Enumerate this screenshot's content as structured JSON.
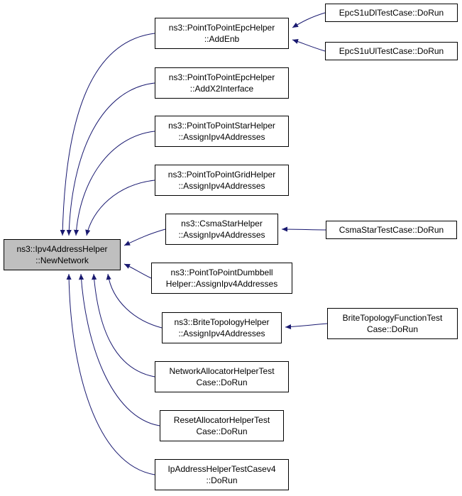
{
  "diagram": {
    "type": "doxygen-caller-graph",
    "background_color": "#ffffff",
    "edge_color": "#191970",
    "node_border_color": "#000000",
    "node_fill_color": "#ffffff",
    "highlight_fill_color": "#bfbfbf",
    "main_node": {
      "line1": "ns3::Ipv4AddressHelper",
      "line2": "::NewNetwork"
    },
    "callers": [
      {
        "line1": "ns3::PointToPointEpcHelper",
        "line2": "::AddEnb"
      },
      {
        "line1": "ns3::PointToPointEpcHelper",
        "line2": "::AddX2Interface"
      },
      {
        "line1": "ns3::PointToPointStarHelper",
        "line2": "::AssignIpv4Addresses"
      },
      {
        "line1": "ns3::PointToPointGridHelper",
        "line2": "::AssignIpv4Addresses"
      },
      {
        "line1": "ns3::CsmaStarHelper",
        "line2": "::AssignIpv4Addresses"
      },
      {
        "line1": "ns3::PointToPointDumbbell",
        "line2": "Helper::AssignIpv4Addresses"
      },
      {
        "line1": "ns3::BriteTopologyHelper",
        "line2": "::AssignIpv4Addresses"
      },
      {
        "line1": "NetworkAllocatorHelperTest",
        "line2": "Case::DoRun"
      },
      {
        "line1": "ResetAllocatorHelperTest",
        "line2": "Case::DoRun"
      },
      {
        "line1": "IpAddressHelperTestCasev4",
        "line2": "::DoRun"
      }
    ],
    "second_level": [
      {
        "line1": "EpcS1uDlTestCase::DoRun"
      },
      {
        "line1": "EpcS1uUlTestCase::DoRun"
      },
      {
        "line1": "CsmaStarTestCase::DoRun"
      },
      {
        "line1": "BriteTopologyFunctionTest",
        "line2": "Case::DoRun"
      }
    ],
    "edges": [
      {
        "from": "ns3::PointToPointEpcHelper::AddEnb",
        "to": "ns3::Ipv4AddressHelper::NewNetwork"
      },
      {
        "from": "ns3::PointToPointEpcHelper::AddX2Interface",
        "to": "ns3::Ipv4AddressHelper::NewNetwork"
      },
      {
        "from": "ns3::PointToPointStarHelper::AssignIpv4Addresses",
        "to": "ns3::Ipv4AddressHelper::NewNetwork"
      },
      {
        "from": "ns3::PointToPointGridHelper::AssignIpv4Addresses",
        "to": "ns3::Ipv4AddressHelper::NewNetwork"
      },
      {
        "from": "ns3::CsmaStarHelper::AssignIpv4Addresses",
        "to": "ns3::Ipv4AddressHelper::NewNetwork"
      },
      {
        "from": "ns3::PointToPointDumbbellHelper::AssignIpv4Addresses",
        "to": "ns3::Ipv4AddressHelper::NewNetwork"
      },
      {
        "from": "ns3::BriteTopologyHelper::AssignIpv4Addresses",
        "to": "ns3::Ipv4AddressHelper::NewNetwork"
      },
      {
        "from": "NetworkAllocatorHelperTestCase::DoRun",
        "to": "ns3::Ipv4AddressHelper::NewNetwork"
      },
      {
        "from": "ResetAllocatorHelperTestCase::DoRun",
        "to": "ns3::Ipv4AddressHelper::NewNetwork"
      },
      {
        "from": "IpAddressHelperTestCasev4::DoRun",
        "to": "ns3::Ipv4AddressHelper::NewNetwork"
      },
      {
        "from": "EpcS1uDlTestCase::DoRun",
        "to": "ns3::PointToPointEpcHelper::AddEnb"
      },
      {
        "from": "EpcS1uUlTestCase::DoRun",
        "to": "ns3::PointToPointEpcHelper::AddEnb"
      },
      {
        "from": "CsmaStarTestCase::DoRun",
        "to": "ns3::CsmaStarHelper::AssignIpv4Addresses"
      },
      {
        "from": "BriteTopologyFunctionTestCase::DoRun",
        "to": "ns3::BriteTopologyHelper::AssignIpv4Addresses"
      }
    ]
  }
}
